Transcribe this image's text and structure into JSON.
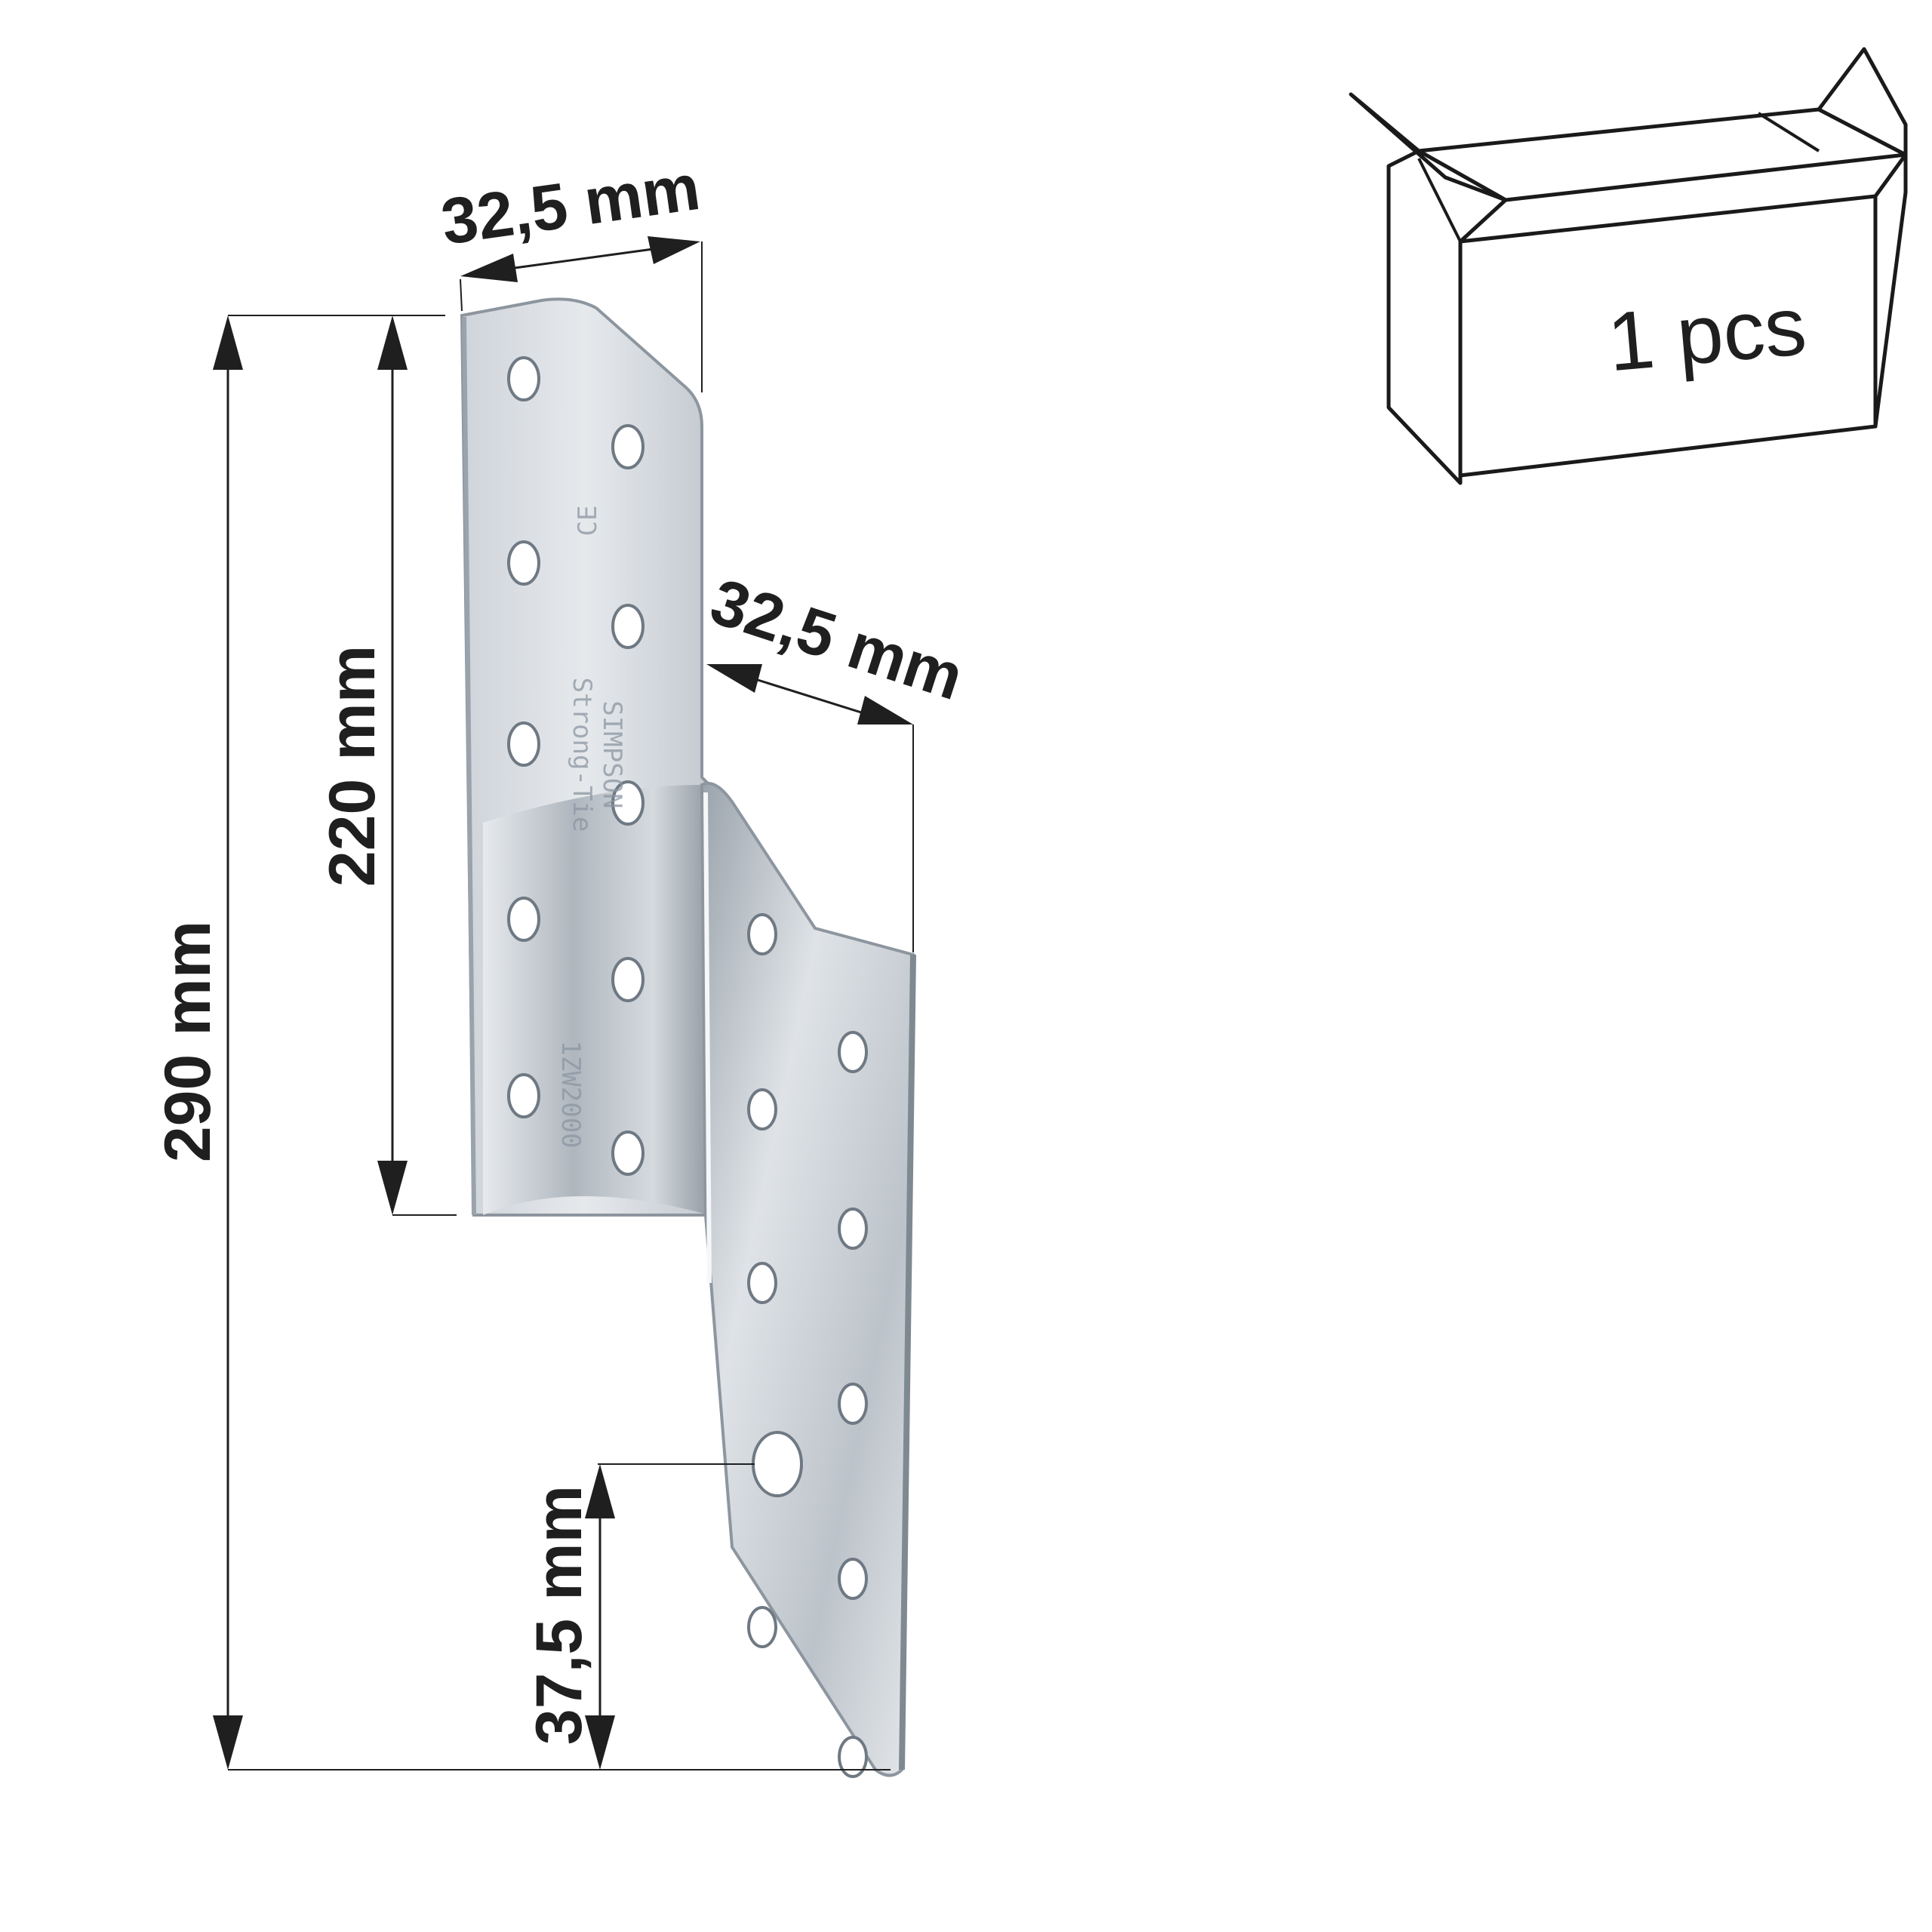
{
  "dimensions": {
    "top_width": "32,5 mm",
    "side_width": "32,5 mm",
    "upper_height": "220 mm",
    "total_height": "290 mm",
    "hole_offset": "37,5 mm"
  },
  "package": {
    "quantity_label": "1 pcs"
  },
  "stamps": {
    "ce_mark": "CE",
    "brand": "SIMPSON",
    "model": "Strong-Tie",
    "code": "1ZW2000"
  },
  "colors": {
    "metal_light": "#e2e6ea",
    "metal_mid": "#b9c0c8",
    "metal_dark": "#7f8992",
    "line": "#1f1f1f"
  }
}
